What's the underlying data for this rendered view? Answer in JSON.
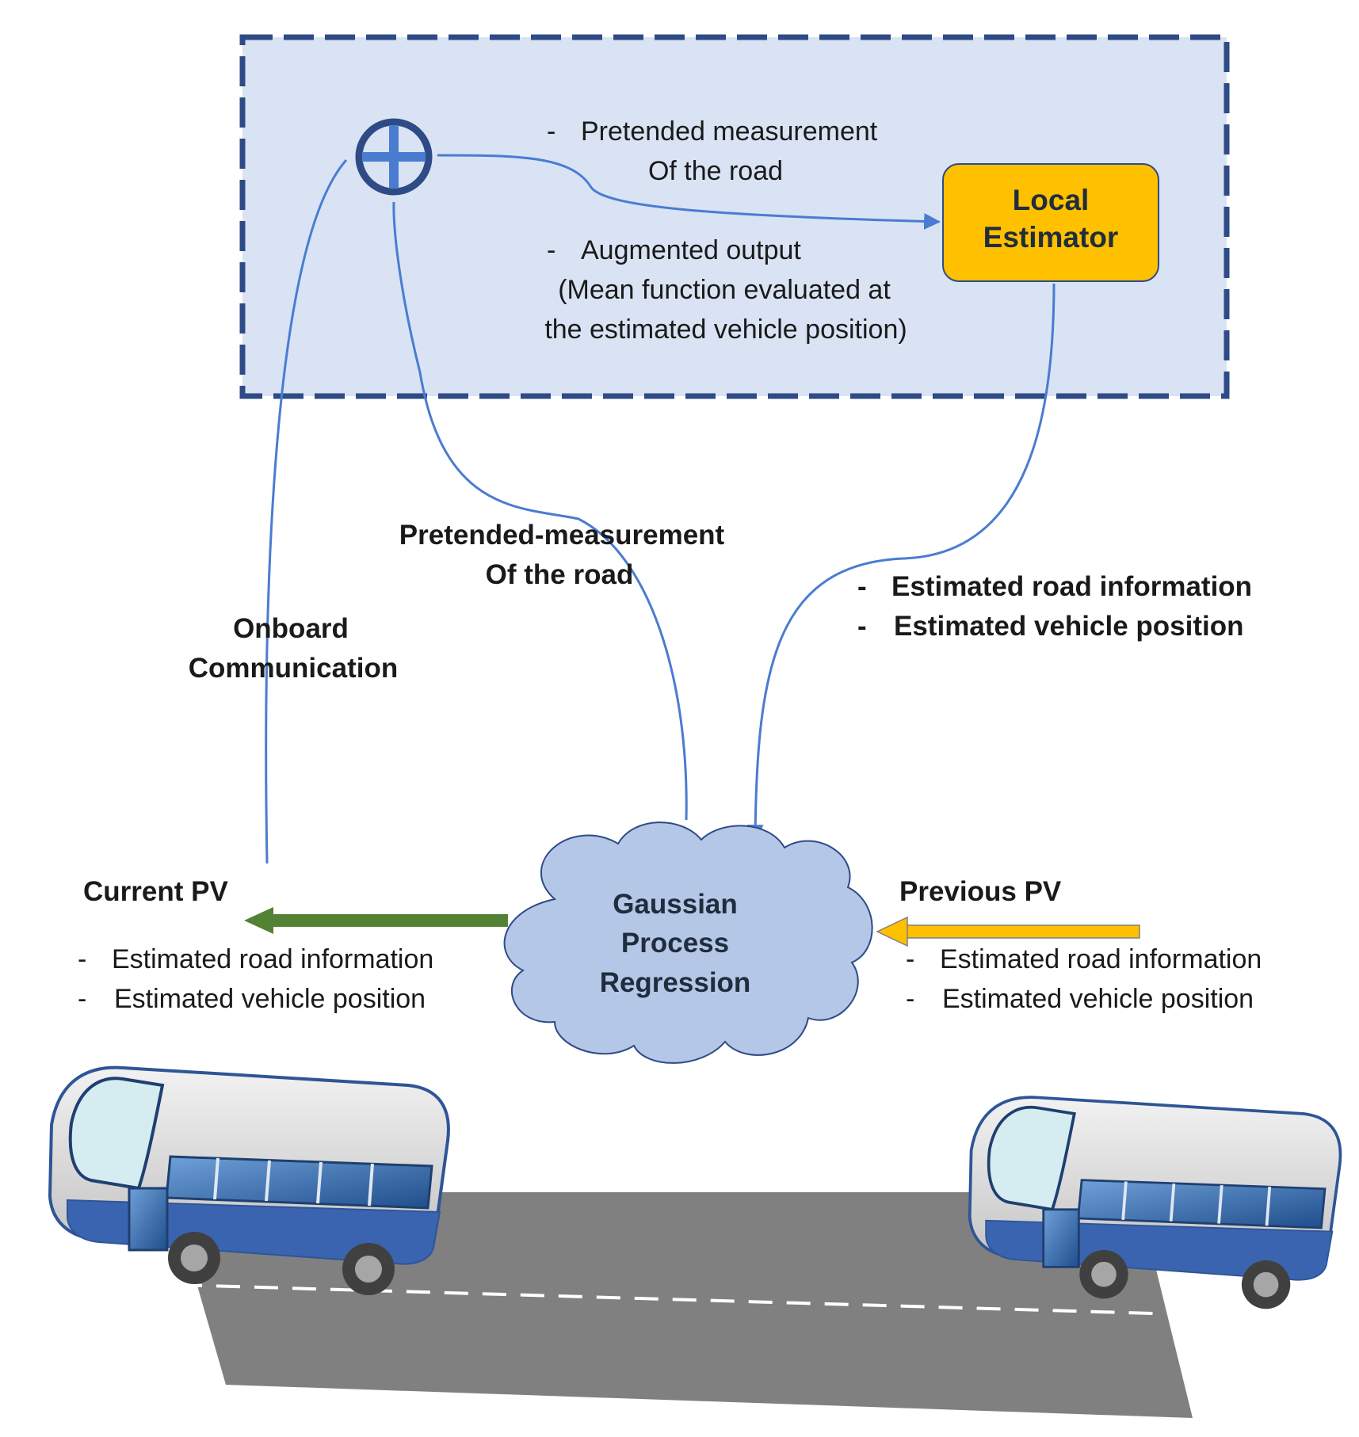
{
  "summing_junction": {
    "icon": "plus-circle-icon"
  },
  "local_estimator": {
    "line1": "Local",
    "line2": "Estimator"
  },
  "gpr": {
    "line1": "Gaussian",
    "line2": "Process",
    "line3": "Regression"
  },
  "top_labels": {
    "pretended": {
      "dash": "-",
      "line1": "Pretended measurement",
      "line2": "Of the road"
    },
    "augmented": {
      "dash": "-",
      "line1": "Augmented output",
      "line2": "(Mean function evaluated at",
      "line3": "the estimated vehicle position)"
    }
  },
  "middle_labels": {
    "pretended_road": {
      "line1": "Pretended-measurement",
      "line2": "Of the road"
    },
    "onboard": {
      "line1": "Onboard",
      "line2": "Communication"
    },
    "estimated": {
      "item1": {
        "dash": "-",
        "text": "Estimated road information"
      },
      "item2": {
        "dash": "-",
        "text": "Estimated vehicle position"
      }
    }
  },
  "current_pv": {
    "title": "Current PV",
    "item1": {
      "dash": "-",
      "text": "Estimated road information"
    },
    "item2": {
      "dash": "-",
      "text": "Estimated vehicle position"
    }
  },
  "previous_pv": {
    "title": "Previous PV",
    "item1": {
      "dash": "-",
      "text": "Estimated road information"
    },
    "item2": {
      "dash": "-",
      "text": "Estimated vehicle position"
    }
  },
  "colors": {
    "box_fill": "#d9e3f3",
    "box_border": "#2e4b86",
    "connector": "#4a7cd1",
    "estimator_fill": "#ffc000",
    "cloud_fill": "#b4c7e7",
    "green_arrow": "#548235",
    "yellow_arrow": "#ffc000",
    "road": "#808080"
  }
}
